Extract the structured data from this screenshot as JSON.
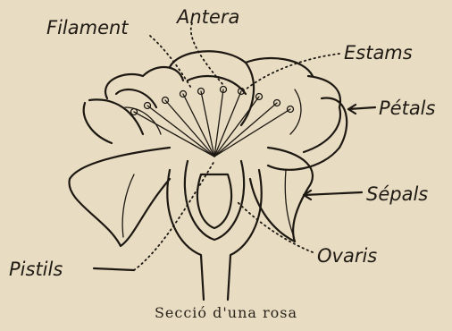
{
  "labels": {
    "antera": "Antera",
    "filament": "Filament",
    "estams": "Estams",
    "petals": "Pétals",
    "sepals": "Sépals",
    "ovaris": "Ovaris",
    "pistils": "Pistils"
  },
  "caption": "Secció d'una rosa"
}
